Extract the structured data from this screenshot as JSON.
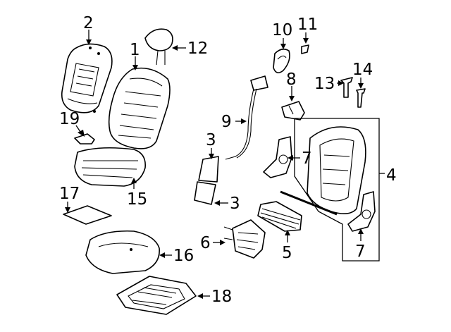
{
  "callouts": {
    "c1": "1",
    "c2": "2",
    "c3a": "3",
    "c3b": "3",
    "c4": "4",
    "c5": "5",
    "c6": "6",
    "c7a": "7",
    "c7b": "7",
    "c8": "8",
    "c9": "9",
    "c10": "10",
    "c11": "11",
    "c12": "12",
    "c13": "13",
    "c14": "14",
    "c15": "15",
    "c16": "16",
    "c17": "17",
    "c18": "18",
    "c19": "19"
  }
}
